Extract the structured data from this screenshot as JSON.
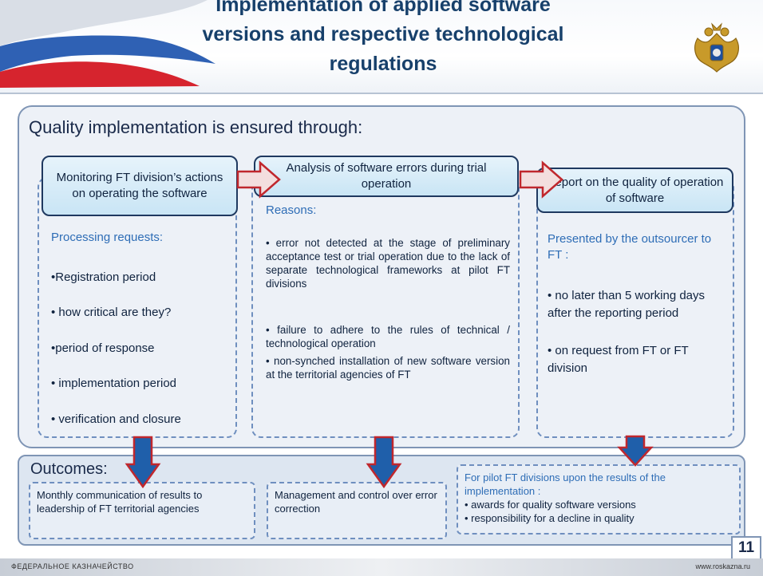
{
  "header": {
    "title": "Implementation of applied software versions and respective technological regulations"
  },
  "main": {
    "heading": "Quality implementation is ensured through:",
    "columns": [
      {
        "head": "Monitoring FT division’s actions on operating the software",
        "subheading": "Processing requests:",
        "items": [
          "•Registration period",
          "• how critical are they?",
          "•period of response",
          "• implementation period",
          "• verification and closure"
        ]
      },
      {
        "head": "Analysis of software errors during trial operation",
        "subheading": "Reasons:",
        "items": [
          "• error not detected at the stage of preliminary acceptance test or trial operation due to the lack of separate technological frameworks at pilot FT divisions",
          "• failure to adhere to the rules of technical / technological operation",
          "• non-synched installation of new software version at the territorial agencies of FT"
        ]
      },
      {
        "head": "Report on the quality of operation of software",
        "subheading": "Presented by the outsourcer to FT :",
        "items": [
          "• no later than 5 working days after the reporting period",
          "• on request from FT or FT division"
        ]
      }
    ]
  },
  "outcomes": {
    "heading": "Outcomes:",
    "box1": "Monthly communication of results to leadership of FT territorial agencies",
    "box2": "Management and control over error correction",
    "box3": {
      "lead": "For pilot FT divisions upon the results of the implementation :",
      "items": [
        "• awards for quality software versions",
        "• responsibility for a decline in quality"
      ]
    }
  },
  "page_number": "11",
  "footer": {
    "left": "ФЕДЕРАЛЬНОЕ КАЗНАЧЕЙСТВО",
    "right": "www.roskazna.ru"
  },
  "colors": {
    "title": "#17406b",
    "accent_blue": "#2e6db6",
    "arrow_red": "#c0272d",
    "arrow_blue": "#1f5faa"
  },
  "icons": [
    "russian-flag-graphic",
    "double-headed-eagle-emblem",
    "right-arrow-icon",
    "down-arrow-icon"
  ]
}
